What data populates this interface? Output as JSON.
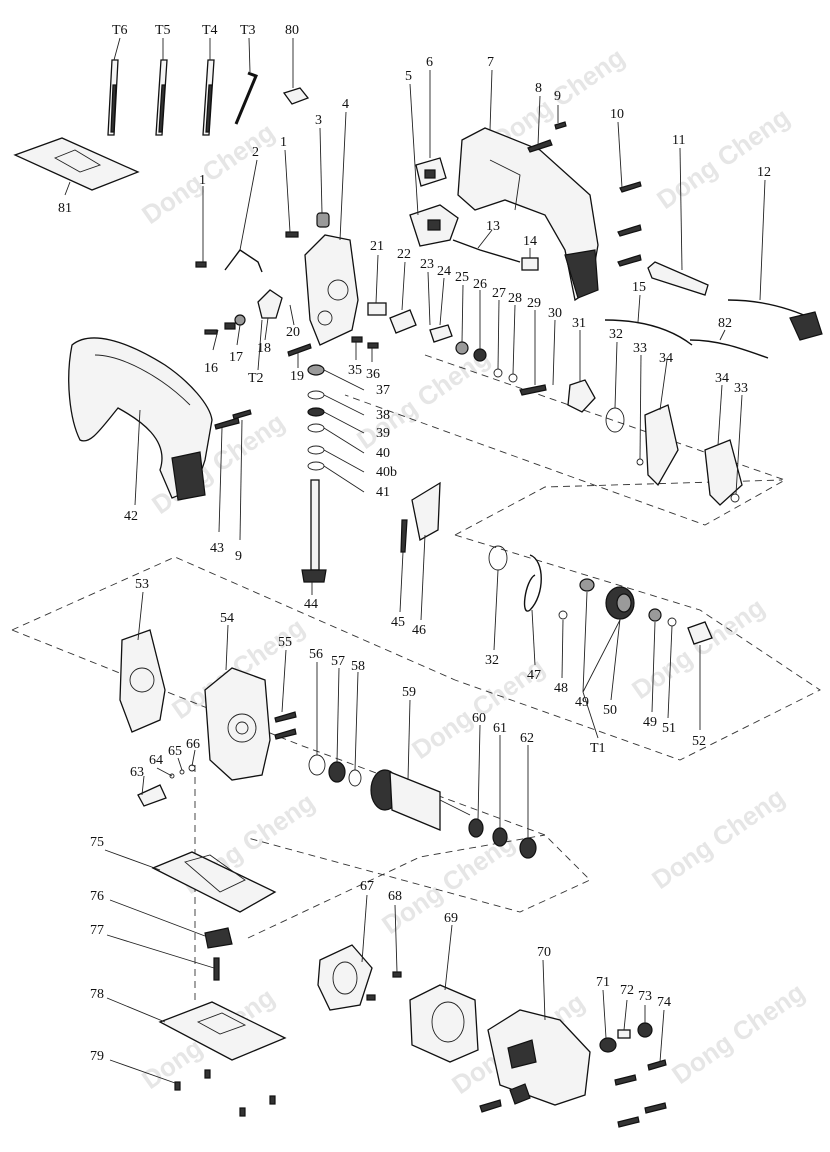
{
  "watermark": "Dong Cheng",
  "labels": {
    "T6": "T6",
    "T5": "T5",
    "T4": "T4",
    "T3": "T3",
    "80": "80",
    "81": "81",
    "1a": "1",
    "1b": "1",
    "2": "2",
    "3": "3",
    "4": "4",
    "5": "5",
    "6": "6",
    "7": "7",
    "8": "8",
    "9a": "9",
    "9b": "9",
    "10": "10",
    "11": "11",
    "12": "12",
    "13": "13",
    "14": "14",
    "15": "15",
    "16": "16",
    "17": "17",
    "18": "18",
    "19": "19",
    "20": "20",
    "T2": "T2",
    "21": "21",
    "22": "22",
    "23": "23",
    "24": "24",
    "25": "25",
    "26": "26",
    "27": "27",
    "28": "28",
    "29": "29",
    "30": "30",
    "31": "31",
    "32a": "32",
    "32b": "32",
    "33a": "33",
    "33b": "33",
    "34a": "34",
    "34b": "34",
    "35": "35",
    "36": "36",
    "37": "37",
    "38": "38",
    "39": "39",
    "40": "40",
    "40b": "40b",
    "41": "41",
    "42": "42",
    "43": "43",
    "44": "44",
    "45": "45",
    "46": "46",
    "47": "47",
    "48": "48",
    "49a": "49",
    "49b": "49",
    "50": "50",
    "51": "51",
    "52": "52",
    "T1": "T1",
    "53": "53",
    "54": "54",
    "55": "55",
    "56": "56",
    "57": "57",
    "58": "58",
    "59": "59",
    "60": "60",
    "61": "61",
    "62": "62",
    "63": "63",
    "64": "64",
    "65": "65",
    "66": "66",
    "67": "67",
    "68": "68",
    "69": "69",
    "70": "70",
    "71": "71",
    "72": "72",
    "73": "73",
    "74": "74",
    "75": "75",
    "76": "76",
    "77": "77",
    "78": "78",
    "79": "79",
    "82": "82"
  }
}
